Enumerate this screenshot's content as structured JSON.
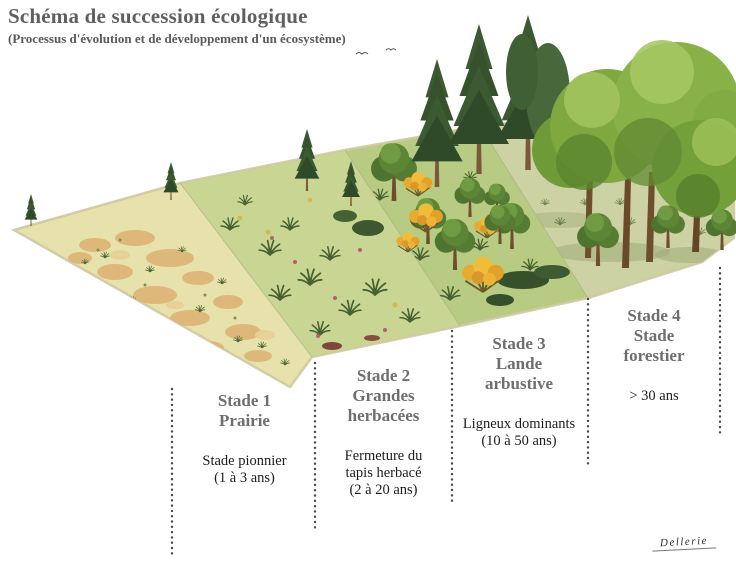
{
  "header": {
    "title": "Schéma de succession écologique",
    "subtitle": "(Processus d'évolution et de développement d'un écosystème)"
  },
  "stages": [
    {
      "title_lines": [
        "Stade 1",
        "Prairie"
      ],
      "description_lines": [
        "Stade pionnier",
        "(1 à 3 ans)"
      ]
    },
    {
      "title_lines": [
        "Stade 2",
        "Grandes",
        "herbacées"
      ],
      "description_lines": [
        "Fermeture du",
        "tapis herbacé",
        "(2 à 20 ans)"
      ]
    },
    {
      "title_lines": [
        "Stade 3",
        "Lande",
        "arbustive"
      ],
      "description_lines": [
        "Ligneux dominants",
        "(10 à 50 ans)"
      ]
    },
    {
      "title_lines": [
        "Stade 4",
        "Stade",
        "forestier"
      ],
      "description_lines": [
        "> 30 ans"
      ]
    }
  ],
  "signature": "Dellerie",
  "palette": {
    "title_text": "#5f5f5f",
    "stage_title_text": "#6e6e6e",
    "stage_description_text": "#1c1c1c",
    "separator_dots": "#4a4a4a",
    "zone1_sand": "#e7e2ab",
    "zone1_soil_patch": "#dcb173",
    "zone2_grass": "#c9d693",
    "zone3_grass": "#b7cb82",
    "zone4_ground": "#cdd2a4",
    "conifer_green": "#35522c",
    "deciduous_green": "#7fa83f",
    "gorse_yellow": "#e9ab2f",
    "trunk_brown": "#6f4e2c"
  }
}
